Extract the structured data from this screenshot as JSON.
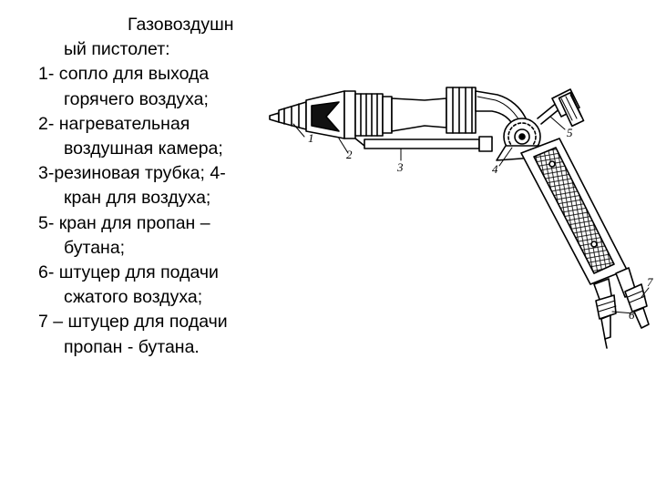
{
  "caption": {
    "title_line1": "Газовоздушн",
    "title_line2": "ый пистолет:",
    "items": [
      "1- сопло для выхода",
      "горячего воздуха;",
      "2- нагревательная",
      "воздушная камера;",
      "3-резиновая трубка; 4-",
      "кран для воздуха;",
      "5- кран для пропан –",
      "бутана;",
      "6- штуцер для подачи",
      "сжатого воздуха;",
      "7 – штуцер для подачи",
      "пропан - бутана."
    ]
  },
  "figure": {
    "callouts": [
      "1",
      "2",
      "3",
      "4",
      "5",
      "6",
      "7"
    ]
  }
}
